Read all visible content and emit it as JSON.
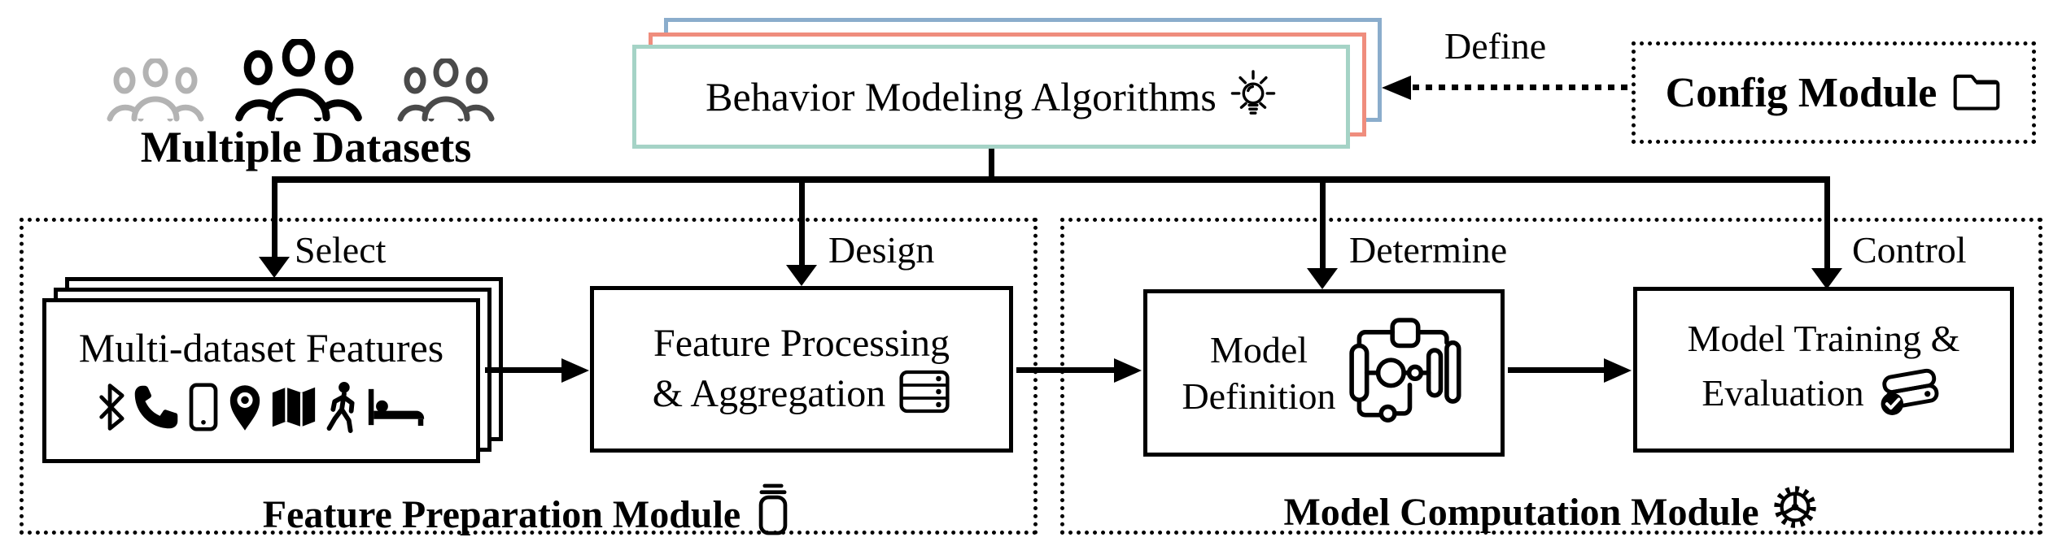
{
  "colors": {
    "stack-front": "#a5d3c6",
    "stack-mid": "#ef8d7d",
    "stack-back": "#8badcc",
    "people-light": "#b3b3b3",
    "people-dark": "#4a4a4a"
  },
  "datasets": {
    "label": "Multiple Datasets",
    "icon": "people-group-icon"
  },
  "algorithms": {
    "label": "Behavior Modeling Algorithms",
    "icon": "lightbulb-idea-icon"
  },
  "config": {
    "label": "Config Module",
    "icon": "folder-icon"
  },
  "edges": {
    "define": "Define",
    "select": "Select",
    "design": "Design",
    "determine": "Determine",
    "control": "Control"
  },
  "feature_module": {
    "title": "Feature Preparation Module",
    "title_icon": "archive-stack-icon",
    "features_box": {
      "label": "Multi-dataset Features",
      "icons": [
        "bluetooth-icon",
        "phone-icon",
        "smartphone-icon",
        "location-pin-icon",
        "map-icon",
        "walking-person-icon",
        "bed-icon"
      ]
    },
    "processing_box": {
      "line1": "Feature Processing",
      "line2": "& Aggregation",
      "icon": "server-icon"
    }
  },
  "model_module": {
    "title": "Model Computation Module",
    "title_icon": "gear-icon",
    "definition_box": {
      "line1": "Model",
      "line2": "Definition",
      "icon": "model-graph-icon"
    },
    "training_box": {
      "line1": "Model Training &",
      "line2": "Evaluation",
      "icon": "drive-check-icon"
    }
  }
}
